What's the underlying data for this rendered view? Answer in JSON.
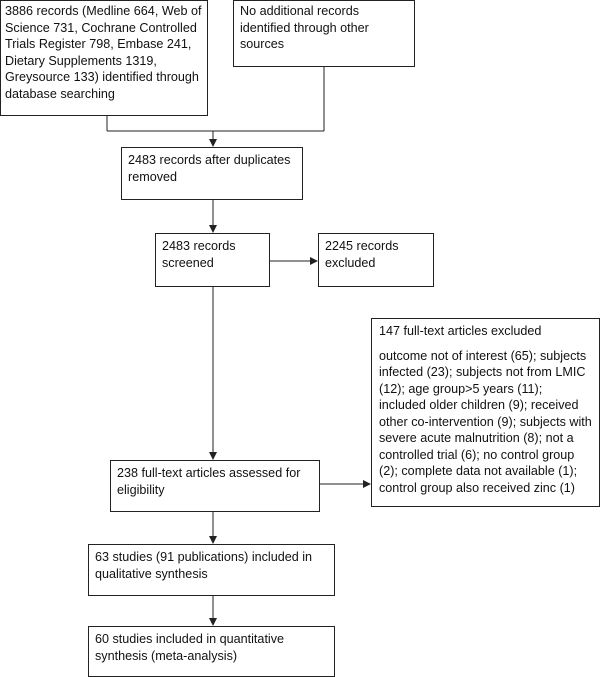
{
  "identification": {
    "database_records": "3886 records (Medline 664, Web of Science 731, Cochrane Controlled Trials Register 798, Embase 241, Dietary Supplements 1319, Greysource 133) identified through database searching",
    "other_sources": "No additional records identified through other sources"
  },
  "screening": {
    "after_duplicates": "2483 records after duplicates removed",
    "screened": "2483 records screened",
    "excluded": "2245 records excluded"
  },
  "eligibility": {
    "assessed": "238 full-text articles assessed for eligibility",
    "fulltext_excluded_title": "147 full-text articles excluded",
    "fulltext_excluded_reasons": "outcome not of interest (65); subjects infected (23); subjects not from LMIC (12); age group>5 years (11); included older children (9); received other co-intervention (9); subjects with severe acute malnutrition (8); not a controlled trial (6); no control group (2); complete data not available (1); control group also received zinc (1)"
  },
  "included": {
    "qualitative": "63 studies (91 publications) included in qualitative synthesis",
    "quantitative": "60 studies included in quantitative synthesis (meta-analysis)"
  },
  "colors": {
    "line": "#222222",
    "box_border": "#222222",
    "background": "#ffffff"
  }
}
